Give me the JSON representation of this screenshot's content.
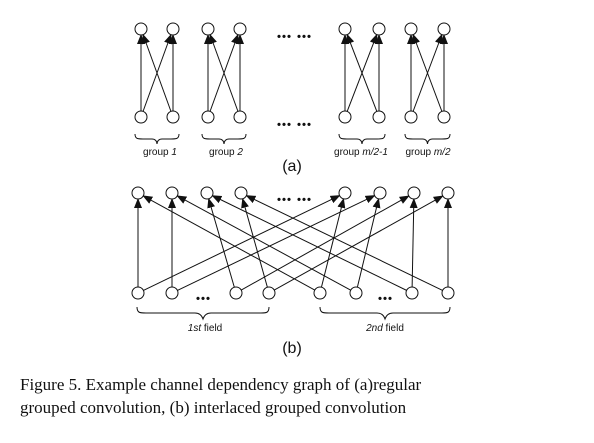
{
  "part_a": {
    "group_labels": [
      {
        "prefix": "group ",
        "index": "1"
      },
      {
        "prefix": "group ",
        "index": "2"
      },
      {
        "prefix": "group ",
        "index": "m/2-1"
      },
      {
        "prefix": "group ",
        "index": "m/2"
      }
    ],
    "ellipsis": "... ...",
    "subfigure_label": "(a)"
  },
  "part_b": {
    "field_labels": [
      {
        "index": "1st",
        "suffix": " field"
      },
      {
        "index": "2nd",
        "suffix": " field"
      }
    ],
    "ellipsis_top": "... ...",
    "ellipsis_bottom": "...",
    "subfigure_label": "(b)"
  },
  "caption": {
    "line1": "Figure 5. Example channel dependency graph of (a)regular",
    "line2": "grouped convolution, (b) interlaced grouped convolution"
  }
}
